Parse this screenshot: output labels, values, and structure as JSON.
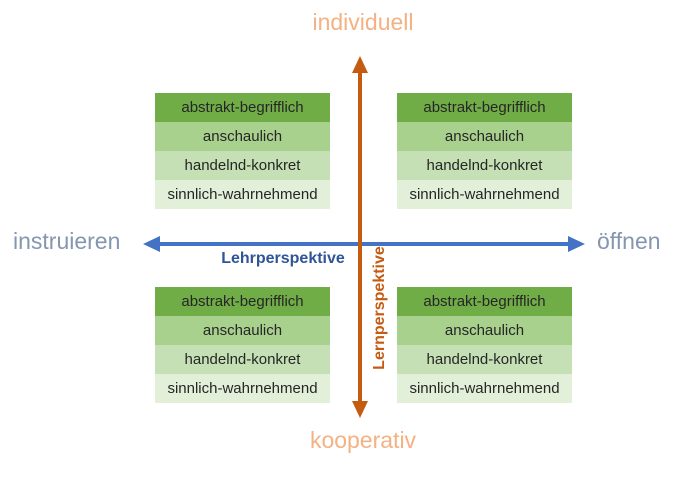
{
  "diagram": {
    "axes": {
      "horizontal": {
        "title": "Lehrperspektive",
        "left_end_label": "instruieren",
        "right_end_label": "öffnen",
        "line_color": "#4472C4",
        "title_color": "#2F5597",
        "end_label_color": "#8496B0"
      },
      "vertical": {
        "title": "Lernperspektive",
        "top_end_label": "individuell",
        "bottom_end_label": "kooperativ",
        "line_color": "#C55A11",
        "title_color": "#C55A11",
        "end_label_color": "#F4B183"
      }
    },
    "quadrant_rows": [
      {
        "label": "abstrakt-begrifflich",
        "color": "#70AD47"
      },
      {
        "label": "anschaulich",
        "color": "#A9D18E"
      },
      {
        "label": "handelnd-konkret",
        "color": "#C5E0B4"
      },
      {
        "label": "sinnlich-wahrnehmend",
        "color": "#E2EFD9"
      }
    ],
    "quadrants": [
      "top-left",
      "top-right",
      "bottom-left",
      "bottom-right"
    ],
    "background_color": "#ffffff"
  }
}
